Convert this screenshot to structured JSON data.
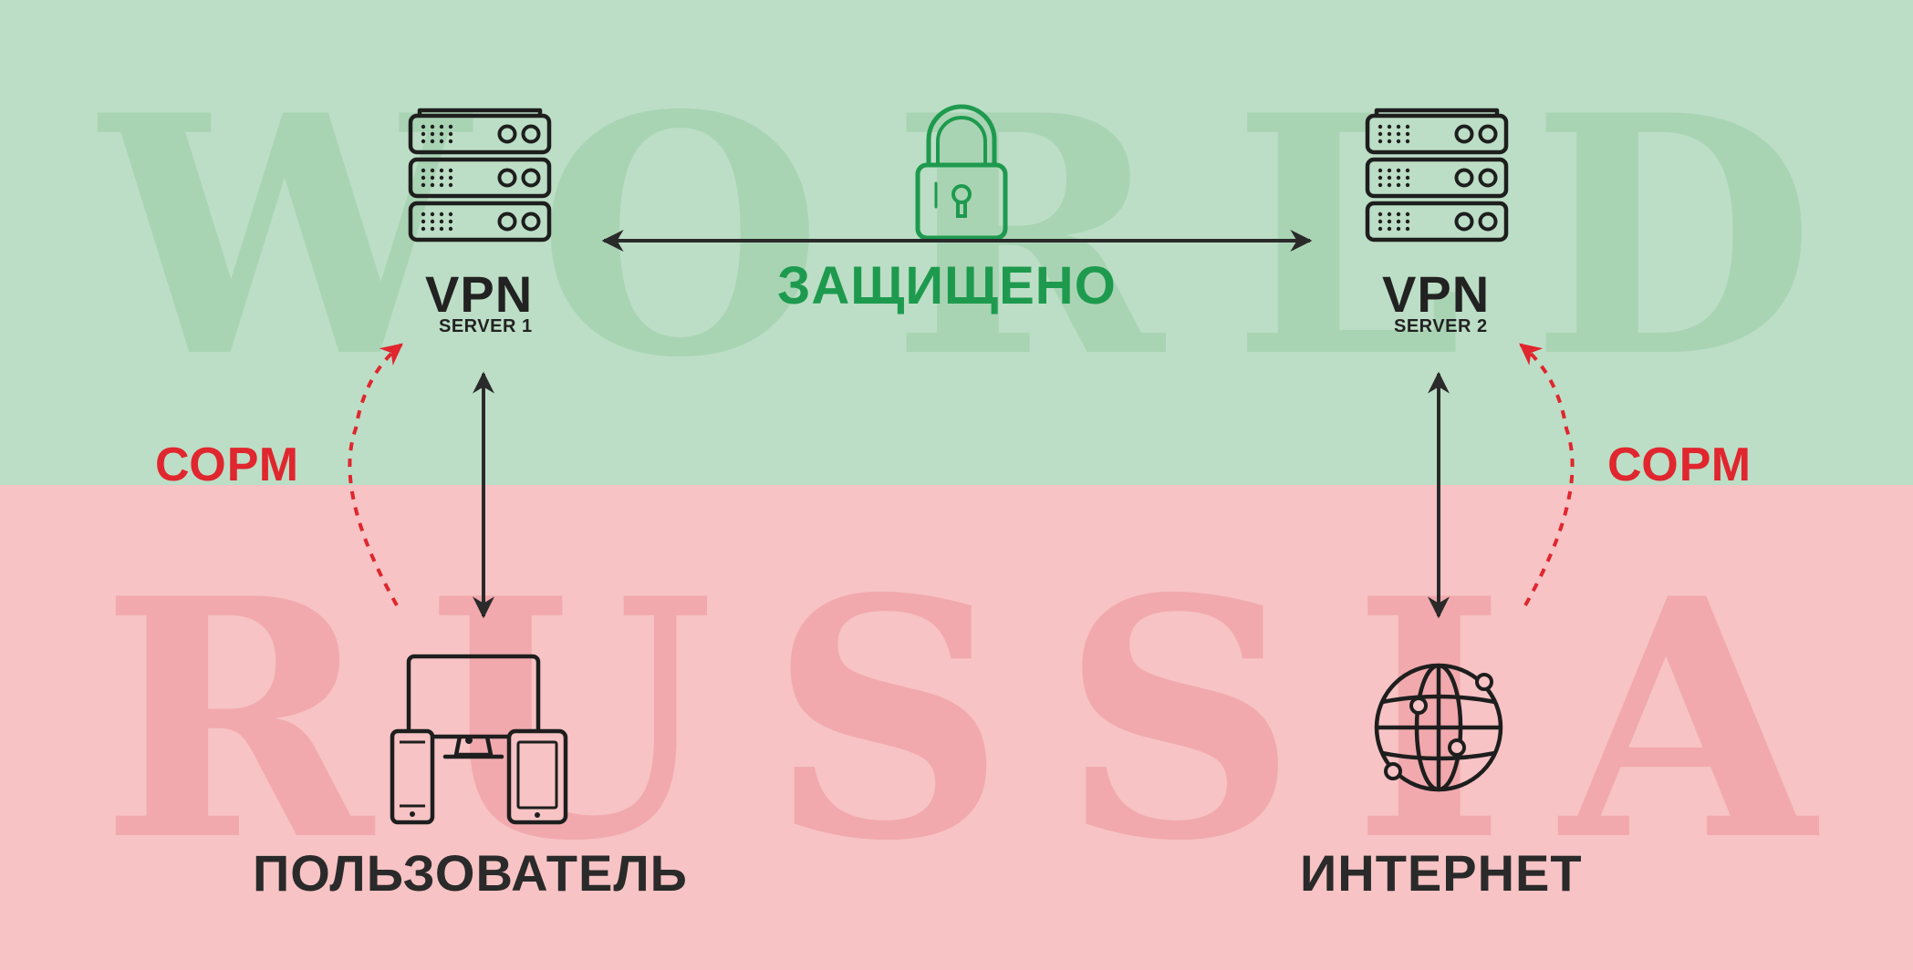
{
  "colors": {
    "world_bg": "#bcdec6",
    "russia_bg": "#f7c3c4",
    "world_watermark": "#a9d4b4",
    "russia_watermark": "#f1a9ad",
    "secure_green": "#1e9a4e",
    "sorm_red": "#e0262e",
    "icon_dark": "#1e1e1e"
  },
  "watermarks": {
    "top": [
      "W",
      "O",
      "R",
      "L",
      "D"
    ],
    "bottom": [
      "R",
      "U",
      "S",
      "S",
      "I",
      "A"
    ]
  },
  "server1": {
    "title": "VPN",
    "subtitle": "SERVER 1",
    "icon": "server-stack-icon"
  },
  "server2": {
    "title": "VPN",
    "subtitle": "SERVER 2",
    "icon": "server-stack-icon"
  },
  "link": {
    "label": "ЗАЩИЩЕНО",
    "icon": "padlock-icon"
  },
  "sorm_left": {
    "label": "СОРМ"
  },
  "sorm_right": {
    "label": "СОРМ"
  },
  "user": {
    "label": "ПОЛЬЗОВАТЕЛЬ",
    "icon": "devices-icon"
  },
  "internet": {
    "label": "ИНТЕРНЕТ",
    "icon": "globe-network-icon"
  }
}
